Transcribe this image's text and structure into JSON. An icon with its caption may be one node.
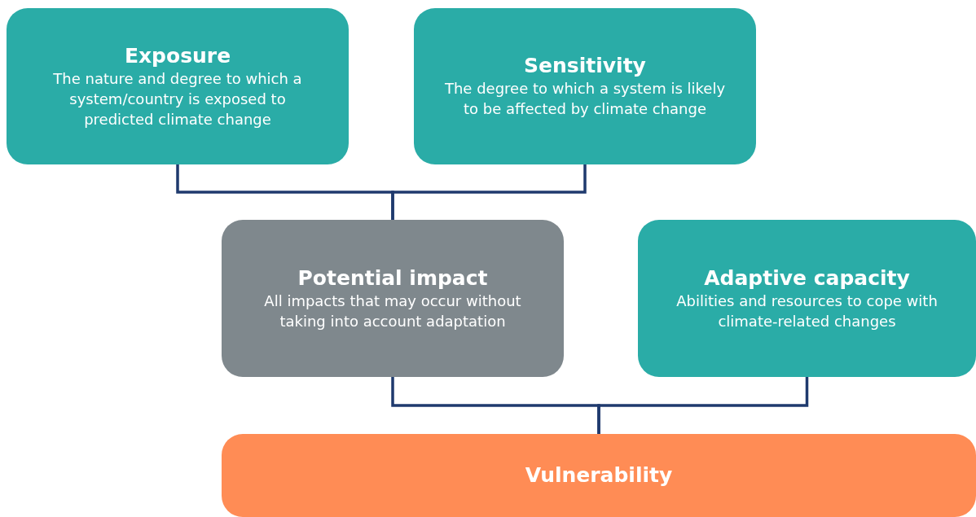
{
  "diagram": {
    "nodes": [
      {
        "text": [
          "Exposure",
          "The nature and degree to which a system/country is exposed to predicted climate change"
        ]
      },
      {
        "text": [
          "Sensitivity",
          "The degree to which a system is likely to be affected by climate change"
        ]
      },
      {
        "text": [
          "Potential impact",
          "All impacts that may occur without taking into account adaptation"
        ]
      },
      {
        "text": [
          "Adaptive capacity",
          "Abilities and resources to cope with climate-related changes"
        ]
      },
      {
        "text": [
          "Vulnerability"
        ]
      }
    ],
    "edges": [
      {
        "from": 0,
        "to": 2,
        "arrow": "none"
      },
      {
        "from": 1,
        "to": 2,
        "arrow": "none"
      },
      {
        "from": 2,
        "to": 4,
        "arrow": "none"
      },
      {
        "from": 3,
        "to": 4,
        "arrow": "none"
      }
    ]
  }
}
